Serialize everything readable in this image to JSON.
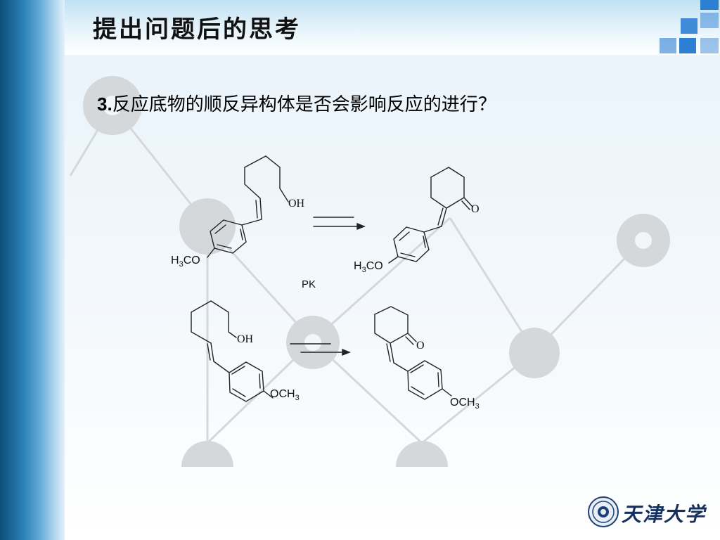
{
  "slide": {
    "title": "提出问题后的思考",
    "question_number": "3.",
    "question_text": "反应底物的顺反异构体是否会影响反应的进行？"
  },
  "scheme": {
    "row1_reactant_oh": "OH",
    "row1_reactant_methoxy_prefix": "H",
    "row1_reactant_methoxy_sub": "3",
    "row1_reactant_methoxy_suffix": "CO",
    "row1_product_carbonyl": "O",
    "row1_product_methoxy_prefix": "H",
    "row1_product_methoxy_sub": "3",
    "row1_product_methoxy_suffix": "CO",
    "comparison_label": "PK",
    "row2_reactant_oh": "OH",
    "row2_reactant_methoxy_prefix": "OCH",
    "row2_reactant_methoxy_sub": "3",
    "row2_product_carbonyl": "O",
    "row2_product_methoxy_prefix": "OCH",
    "row2_product_methoxy_sub": "3"
  },
  "footer": {
    "university_name": "天津大学",
    "logo_icon": "university-seal-icon"
  },
  "colors": {
    "accent": "#2d7fd3",
    "left_bar": "#1a6a9e",
    "title": "#111111"
  }
}
